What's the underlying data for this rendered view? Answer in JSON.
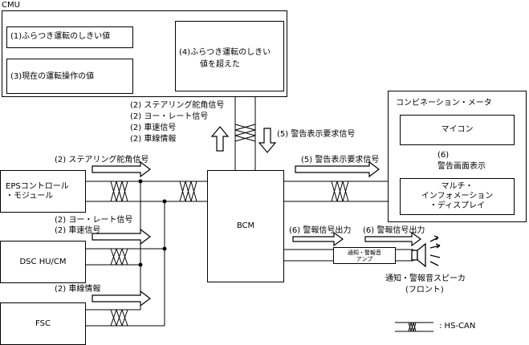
{
  "cmu": {
    "title": "CMU",
    "item1": "(1)ふらつき運転のしきい値",
    "item3": "(3)現在の運転操作の値",
    "item4_line1": "(4)ふらつき運転のしきい",
    "item4_line2": "値を超えた"
  },
  "ecus": {
    "eps_line1": "EPSコントロール",
    "eps_line2": "・モジュール",
    "dsc": "DSC HU/CM",
    "fsc": "FSC",
    "bcm": "BCM"
  },
  "meter": {
    "title": "コンビネーション・メータ",
    "micon": "マイコン",
    "mid_line1": "マルチ・",
    "mid_line2": "インフォメーション",
    "mid_line3": "・ディスプレイ"
  },
  "amp": {
    "line1": "通知・警報音",
    "line2": "アンプ"
  },
  "speaker": {
    "line1": "通知・警報音スピーカ",
    "line2": "(フロント)"
  },
  "signals": {
    "cmu_bcm_1": "(2) ステアリング舵角信号",
    "cmu_bcm_2": "(2) ヨー・レート信号",
    "cmu_bcm_3": "(2) 車速信号",
    "cmu_bcm_4": "(2) 車線情報",
    "bcm_cmu_warn": "(5) 警告表示要求信号",
    "eps_signal": "(2) ステアリング舵角信号",
    "dsc_signal_1": "(2) ヨー・レート信号",
    "dsc_signal_2": "(2) 車速信号",
    "fsc_signal": "(2) 車線情報",
    "bcm_meter_warn": "(5) 警告表示要求信号",
    "micon_display": "(6)",
    "micon_display_2": "警告画面表示",
    "alarm_out_1": "(6) 警報信号出力",
    "alarm_out_2": "(6) 警報信号出力"
  },
  "legend": {
    "text": ": HS-CAN"
  }
}
